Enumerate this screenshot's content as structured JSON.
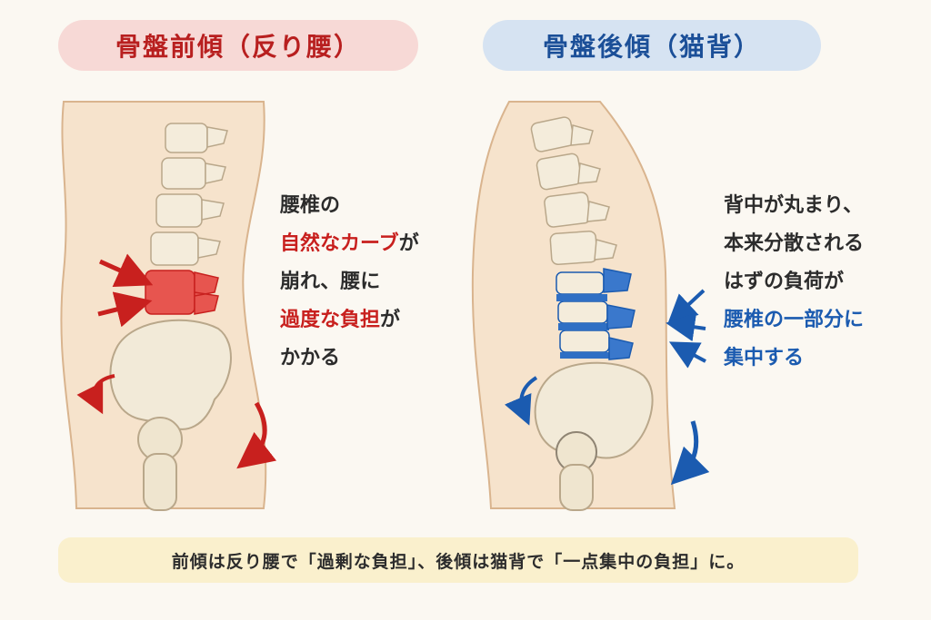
{
  "left_panel": {
    "title": "骨盤前傾（反り腰）",
    "note": {
      "line1": "腰椎の",
      "line2_highlight": "自然なカーブ",
      "line2_rest": "が",
      "line3": "崩れ、腰に",
      "line4_highlight": "過度な負担",
      "line4_rest": "が",
      "line5": "かかる"
    }
  },
  "right_panel": {
    "title": "骨盤後傾（猫背）",
    "note": {
      "line1": "背中が丸まり、",
      "line2": "本来分散される",
      "line3": "はずの負荷が",
      "line4_highlight": "腰椎の一部分に",
      "line5_highlight": "集中する"
    }
  },
  "summary": "前傾は反り腰で「過剰な負担」、後傾は猫背で「一点集中の負担」に。",
  "colors": {
    "red_accent": "#c8201e",
    "blue_accent": "#1b5bb0",
    "skin": "#f6e3cc",
    "bone": "#f2ead8"
  }
}
